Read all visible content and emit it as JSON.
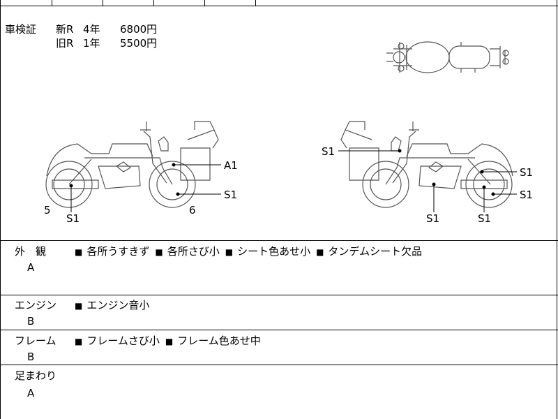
{
  "top_row_fragment": "",
  "inspection": {
    "label": "車検証",
    "rows": [
      {
        "type": "新R",
        "period": "4年",
        "price": "6800円"
      },
      {
        "type": "旧R",
        "period": "1年",
        "price": "5500円"
      }
    ]
  },
  "diagram": {
    "left_labels": {
      "a1": "A1",
      "s1_right": "S1",
      "s1_bottom": "S1",
      "num5": "5",
      "num6": "6"
    },
    "right_labels": {
      "s1_top": "S1",
      "s1_r1": "S1",
      "s1_r2": "S1",
      "s1_b1": "S1",
      "s1_b2": "S1"
    }
  },
  "sections": [
    {
      "label": "外　観",
      "grade": "A",
      "items": [
        "各所うすきず",
        "各所さび小",
        "シート色あせ小",
        "タンデムシート欠品"
      ]
    },
    {
      "label": "エンジン",
      "grade": "B",
      "items": [
        "エンジン音小"
      ]
    },
    {
      "label": "フレーム",
      "grade": "B",
      "items": [
        "フレームさび小",
        "フレーム色あせ中"
      ]
    },
    {
      "label": "足まわり",
      "grade": "A",
      "items": []
    }
  ],
  "bullet": "■"
}
